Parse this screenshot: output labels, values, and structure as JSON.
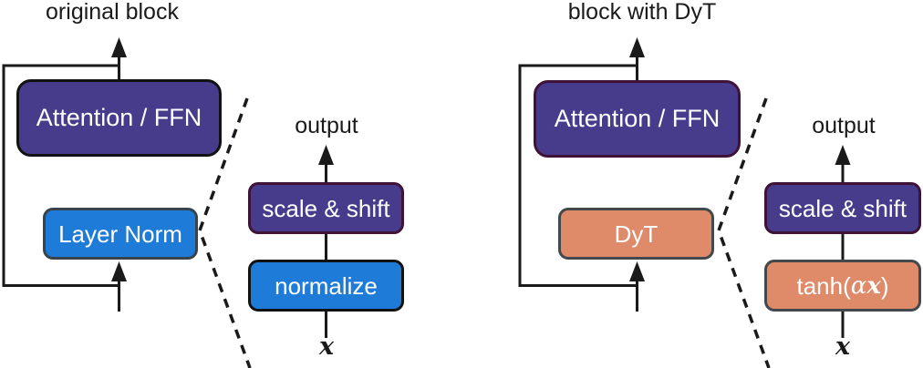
{
  "colors": {
    "indigo": "#473C8C",
    "blue": "#1E7CD8",
    "salmon": "#DF8A68",
    "plum_border": "#3E1337",
    "slate_border": "#39434B",
    "gray_border": "#42484C",
    "black_border": "#121212",
    "line": "#1A1A1A",
    "text_light": "#FFFFFF",
    "text_dark": "#1A1A1A"
  },
  "left": {
    "title": "original block",
    "attention_label": "Attention / FFN",
    "norm_label": "Layer Norm",
    "detail": {
      "output_label": "output",
      "scale_shift_label": "scale & shift",
      "normalize_label": "normalize",
      "input_label": "x"
    }
  },
  "right": {
    "title": "block with DyT",
    "attention_label": "Attention / FFN",
    "norm_label": "DyT",
    "detail": {
      "output_label": "output",
      "scale_shift_label": "scale & shift",
      "tanh_prefix": "tanh(",
      "tanh_alpha": "α",
      "tanh_x": "x",
      "tanh_suffix": ")",
      "input_label": "x"
    }
  }
}
